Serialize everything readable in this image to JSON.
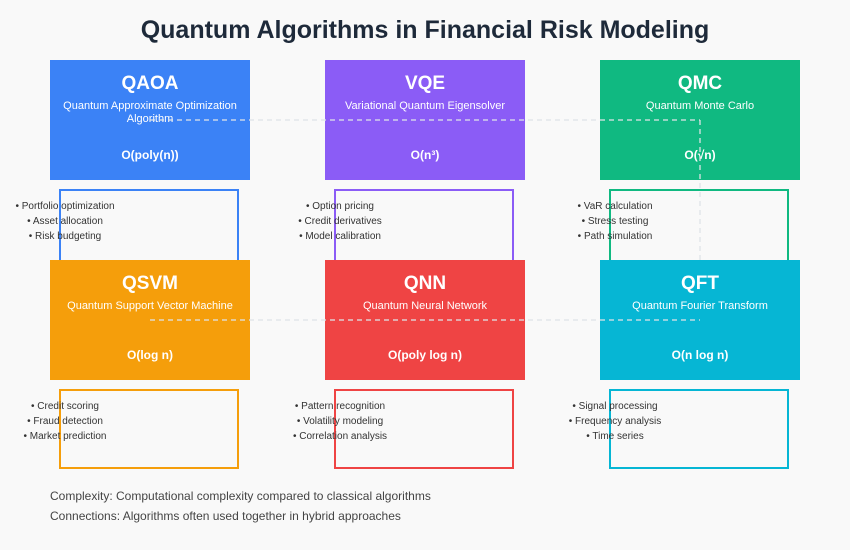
{
  "title": "Quantum Algorithms in Financial Risk Modeling",
  "algorithms": [
    {
      "abbr": "QAOA",
      "name": "Quantum Approximate Optimization Algorithm",
      "complexity": "O(poly(n))",
      "color": "#3b82f6",
      "uses": [
        "• Portfolio optimization",
        "• Asset allocation",
        "• Risk budgeting"
      ]
    },
    {
      "abbr": "VQE",
      "name": "Variational Quantum Eigensolver",
      "complexity": "O(n³)",
      "color": "#8b5cf6",
      "uses": [
        "• Option pricing",
        "• Credit derivatives",
        "• Model calibration"
      ]
    },
    {
      "abbr": "QMC",
      "name": "Quantum Monte Carlo",
      "complexity": "O(√n)",
      "color": "#10b981",
      "uses": [
        "• VaR calculation",
        "• Stress testing",
        "• Path simulation"
      ]
    },
    {
      "abbr": "QSVM",
      "name": "Quantum Support Vector Machine",
      "complexity": "O(log n)",
      "color": "#f59e0b",
      "uses": [
        "• Credit scoring",
        "• Fraud detection",
        "• Market prediction"
      ]
    },
    {
      "abbr": "QNN",
      "name": "Quantum Neural Network",
      "complexity": "O(poly log n)",
      "color": "#ef4444",
      "uses": [
        "• Pattern recognition",
        "• Volatility modeling",
        "• Correlation analysis"
      ]
    },
    {
      "abbr": "QFT",
      "name": "Quantum Fourier Transform",
      "complexity": "O(n log n)",
      "color": "#06b6d4",
      "uses": [
        "• Signal processing",
        "• Frequency analysis",
        "• Time series"
      ]
    }
  ],
  "footer": {
    "complexity_note": "Complexity: Computational complexity compared to classical algorithms",
    "connections_note": "Connections: Algorithms often used together in hybrid approaches"
  }
}
